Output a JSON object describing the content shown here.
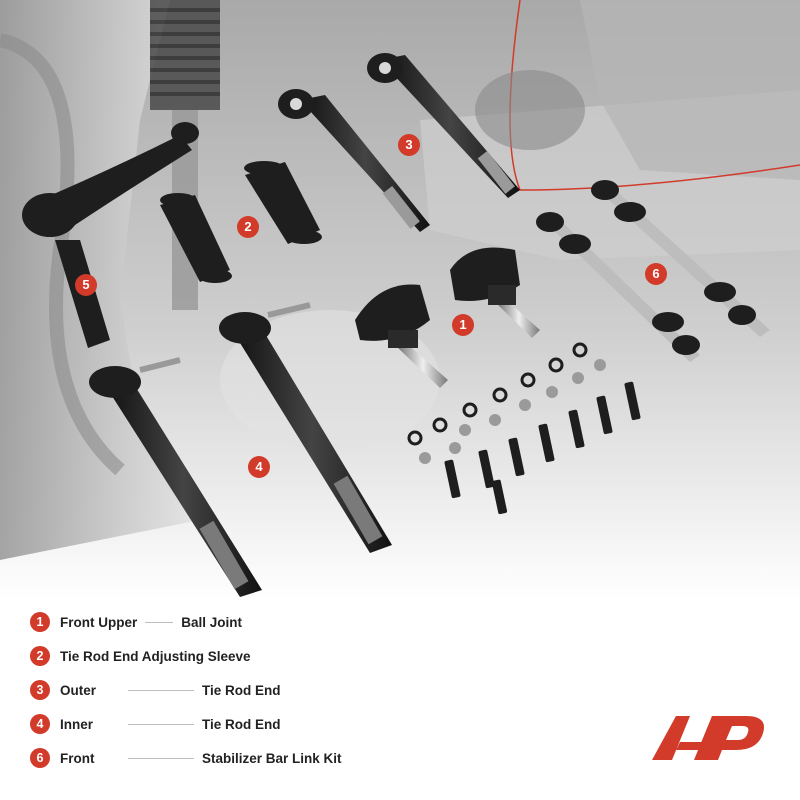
{
  "callouts": [
    {
      "num": "1"
    },
    {
      "num": "2"
    },
    {
      "num": "3"
    },
    {
      "num": "4"
    },
    {
      "num": "5"
    },
    {
      "num": "6"
    }
  ],
  "legend": [
    {
      "num": "1",
      "part1": "Front Upper",
      "part2": "Ball Joint"
    },
    {
      "num": "2",
      "part1": "Tie Rod End Adjusting Sleeve",
      "part2": ""
    },
    {
      "num": "3",
      "part1": "Outer",
      "part2": "Tie Rod End"
    },
    {
      "num": "4",
      "part1": "Inner",
      "part2": "Tie Rod End"
    },
    {
      "num": "6",
      "part1": "Front",
      "part2": "Stabilizer Bar Link Kit"
    }
  ],
  "colors": {
    "accent": "#d23a2a",
    "parts": "#1e1e1e",
    "background_photo": "#bfbfbf"
  },
  "logo": {
    "name": "brand-logo"
  }
}
